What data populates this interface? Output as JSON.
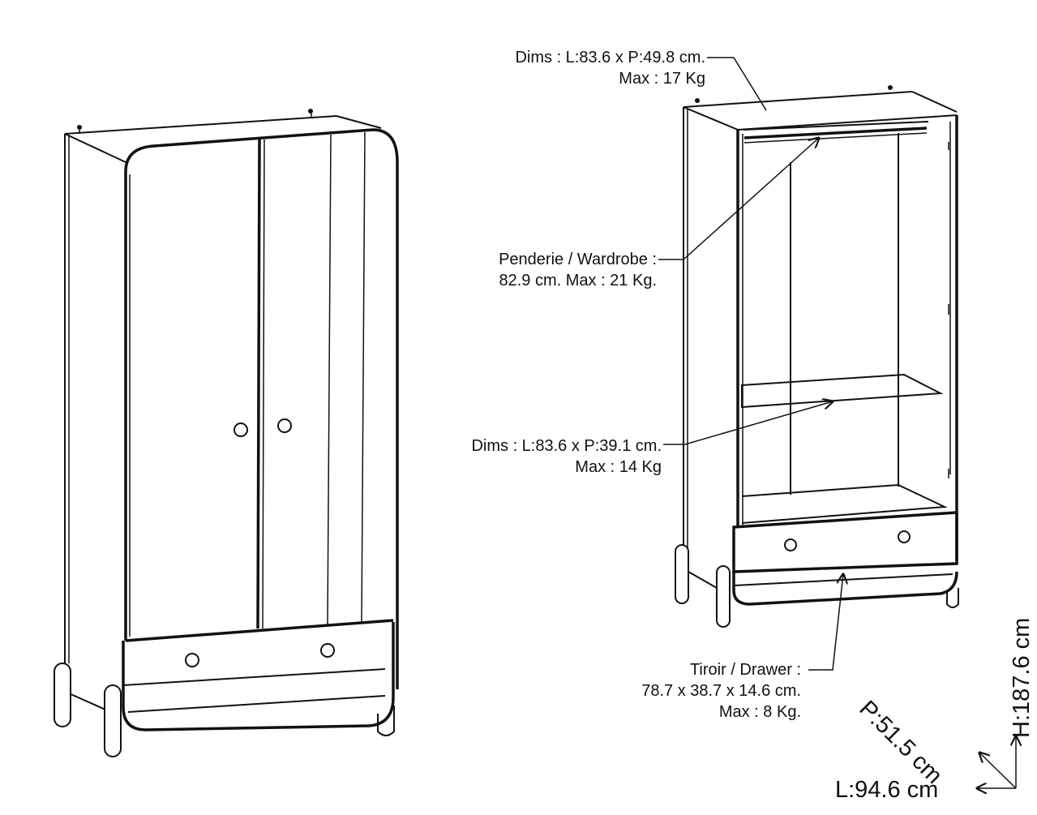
{
  "callouts": {
    "top_dims": {
      "line1": "Dims : L:83.6 x P:49.8 cm.",
      "line2": "Max : 17 Kg"
    },
    "wardrobe_rail": {
      "line1": "Penderie / Wardrobe :",
      "line2": "82.9 cm. Max : 21 Kg."
    },
    "shelf_dims": {
      "line1": "Dims : L:83.6 x P:39.1 cm.",
      "line2": "Max : 14 Kg"
    },
    "drawer": {
      "line1": "Tiroir / Drawer :",
      "line2": "78.7 x 38.7 x 14.6 cm.",
      "line3": "Max : 8 Kg."
    }
  },
  "overall_dimensions": {
    "depth": "P:51.5 cm",
    "height": "H:187.6 cm",
    "width": "L:94.6 cm"
  }
}
